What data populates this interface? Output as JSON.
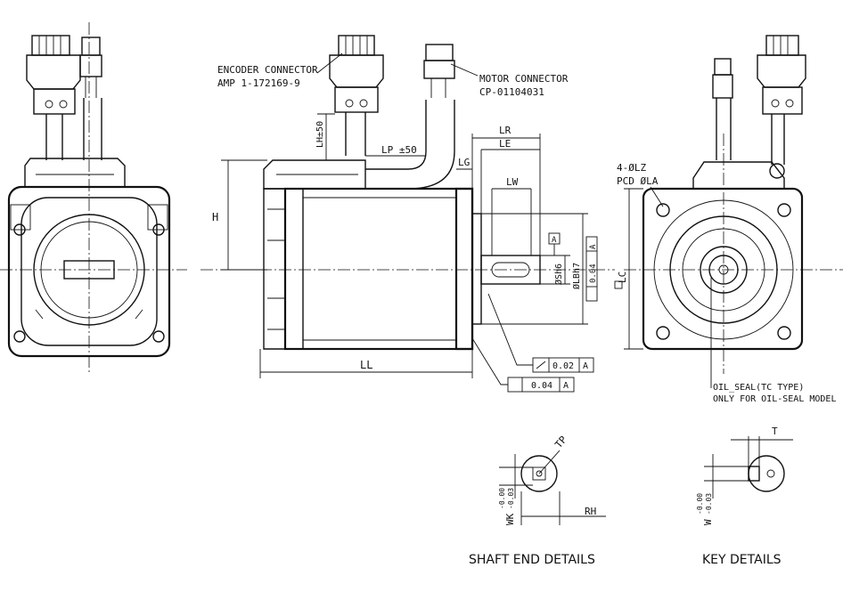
{
  "labels": {
    "encoder_connector": "ENCODER CONNECTOR",
    "encoder_part": "AMP 1-172169-9",
    "motor_connector": "MOTOR CONNECTOR",
    "motor_part": "CP-01104031",
    "lh": "LH±50",
    "lp": "LP ±50",
    "lr": "LR",
    "le": "LE",
    "lg": "LG",
    "lw": "LW",
    "h": "H",
    "ll": "LL",
    "lz": "4-ØLZ",
    "pcd": "PCD ØLA",
    "lc": "LC",
    "sh6": "ØSh6",
    "lbh7": "ØLBh7",
    "tol_box": "0.04",
    "datum_a": "A",
    "runout_val": "0.02",
    "perp_val": "0.04",
    "oil_seal_1": "OIL_SEAL(TC TYPE)",
    "oil_seal_2": "ONLY FOR OIL-SEAL MODEL",
    "tp": "TP",
    "rh": "RH",
    "wk": "WK",
    "wk_tol_up": "-0.00",
    "wk_tol_dn": "-0.03",
    "t": "T",
    "w": "W",
    "w_tol_up": "-0.00",
    "w_tol_dn": "-0.03"
  },
  "captions": {
    "shaft_end": "SHAFT END DETAILS",
    "key": "KEY DETAILS"
  }
}
